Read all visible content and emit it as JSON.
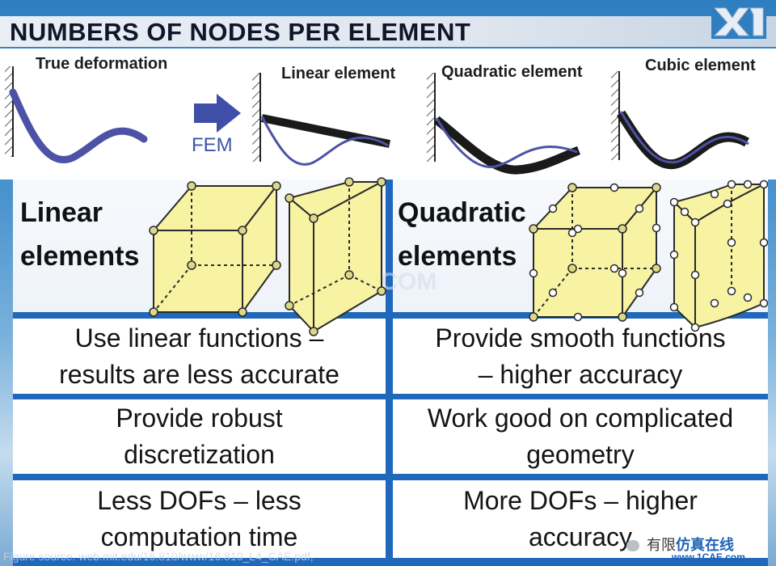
{
  "title": "NUMBERS OF NODES PER ELEMENT",
  "deformation": {
    "true_label": "True deformation",
    "fem_label": "FEM",
    "linear_label": "Linear element",
    "quadratic_label": "Quadratic element",
    "cubic_label": "Cubic element"
  },
  "table": {
    "linear_header": [
      "Linear",
      "elements"
    ],
    "quadratic_header": [
      "Quadratic",
      "elements"
    ],
    "rows": [
      {
        "left": [
          "Use linear functions –",
          "results are less accurate"
        ],
        "right": [
          "Provide smooth functions",
          "– higher accuracy"
        ]
      },
      {
        "left": [
          "Provide robust",
          "discretization"
        ],
        "right": [
          "Work good on complicated",
          "geometry"
        ]
      },
      {
        "left": [
          "Less DOFs – less",
          "computation time"
        ],
        "right": [
          "More DOFs – higher",
          "accuracy"
        ]
      }
    ]
  },
  "footer": "Figure source: web.mit.edu/16.810/www/16.810_L4_CAE.pdf,",
  "watermark": "1CAE.COM",
  "wechat": {
    "prefix": "有限",
    "brand": "仿真在线",
    "url": "www.1CAE.com"
  },
  "colors": {
    "accent": "#1f68bb",
    "element_fill": "#f7f3a3",
    "curve": "#4e52a6"
  }
}
